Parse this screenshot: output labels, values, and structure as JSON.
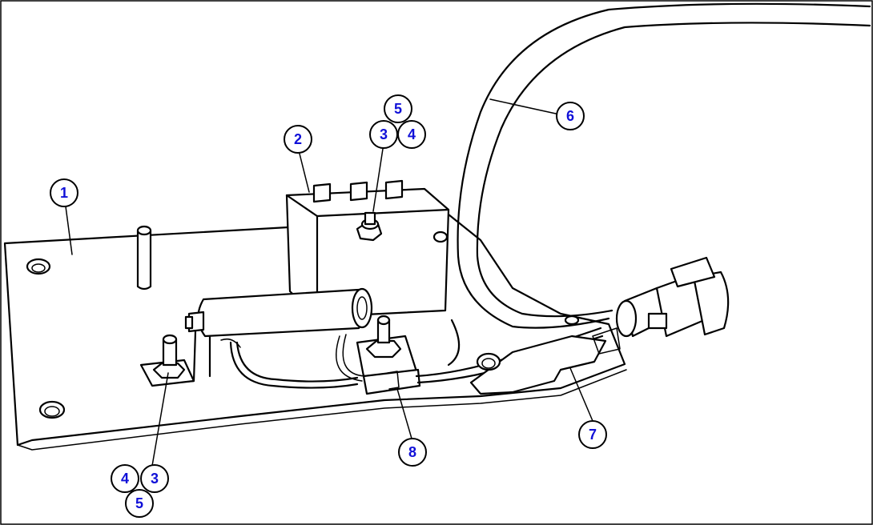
{
  "callouts": [
    {
      "id": "c1",
      "label": "1"
    },
    {
      "id": "c2",
      "label": "2"
    },
    {
      "id": "c3a",
      "label": "3"
    },
    {
      "id": "c4a",
      "label": "4"
    },
    {
      "id": "c5a",
      "label": "5"
    },
    {
      "id": "c6",
      "label": "6"
    },
    {
      "id": "c7",
      "label": "7"
    },
    {
      "id": "c8",
      "label": "8"
    },
    {
      "id": "c3b",
      "label": "3"
    },
    {
      "id": "c4b",
      "label": "4"
    },
    {
      "id": "c5b",
      "label": "5"
    }
  ],
  "colors": {
    "callout_text": "#1010d8",
    "line": "#000000",
    "background": "#ffffff"
  }
}
